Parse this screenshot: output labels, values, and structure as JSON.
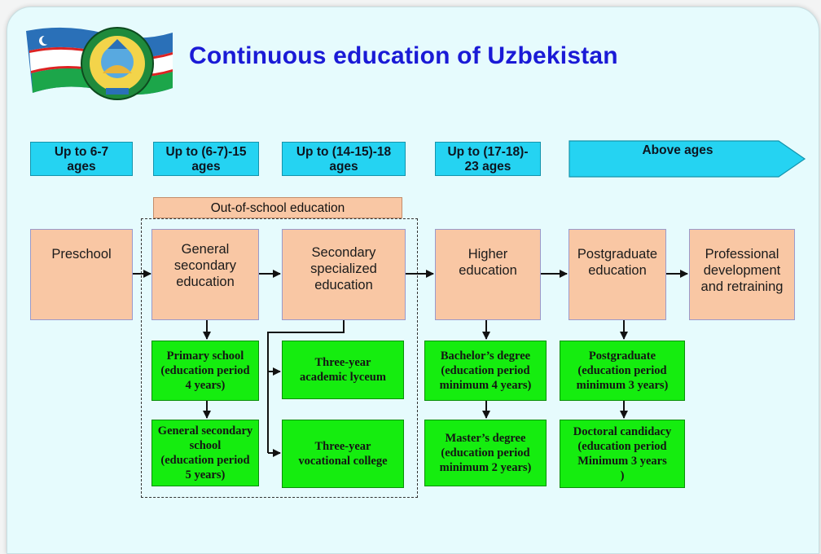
{
  "title": "Continuous education of Uzbekistan",
  "age_bands": [
    {
      "label": "Up to 6-7\nages"
    },
    {
      "label": "Up to (6-7)-15\nages"
    },
    {
      "label": "Up to (14-15)-18\nages"
    },
    {
      "label": "Up to (17-18)-\n23 ages"
    },
    {
      "label": "Above ages"
    }
  ],
  "out_of_school": "Out-of-school education",
  "stages": [
    {
      "label": "Preschool"
    },
    {
      "label": "General\nsecondary\neducation"
    },
    {
      "label": "Secondary\nspecialized\neducation"
    },
    {
      "label": "Higher\neducation"
    },
    {
      "label": "Postgraduate\neducation"
    },
    {
      "label": "Professional\ndevelopment\nand retraining"
    }
  ],
  "sub_boxes": {
    "primary_school": "Primary school\n(education period\n4  years)",
    "general_secondary_school": "General secondary\nschool\n(education period\n5 years)",
    "academic_lyceum": "Three-year\nacademic lyceum",
    "vocational_college": "Three-year\nvocational college",
    "bachelors": "Bachelor’s degree\n(education period\nminimum 4 years)",
    "masters": "Master’s degree\n(education period\nminimum 2 years)",
    "postgraduate": "Postgraduate\n(education period\nminimum 3 years)",
    "doctoral": "Doctoral candidacy\n(education period\nMinimum 3 years\n)"
  },
  "colors": {
    "title": "#1a1ad6",
    "age_band": "#25d3f2",
    "stage": "#f9c7a4",
    "sub_box": "#15ed0f",
    "background": "#e6fbfd"
  },
  "icons": [
    "uzbekistan-flag-icon",
    "state-emblem-icon"
  ]
}
